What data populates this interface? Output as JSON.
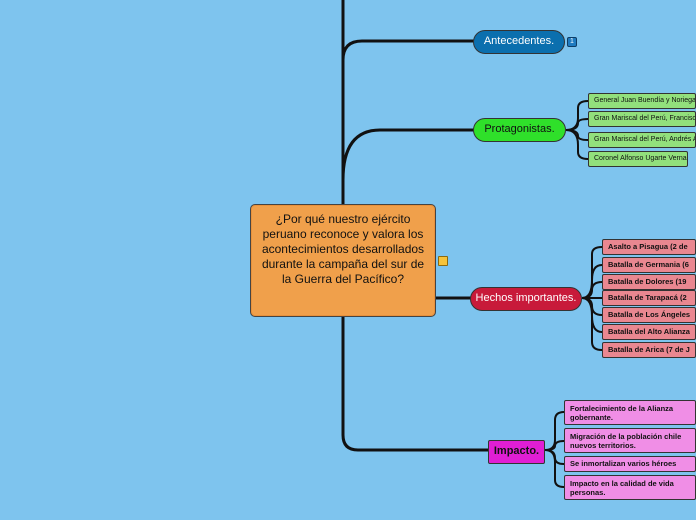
{
  "central": {
    "text": "¿Por qué nuestro ejército peruano reconoce y valora los acontecimientos desarrollados durante la campaña del sur de la Guerra del Pacífico?"
  },
  "branches": [
    {
      "label": "Antecedentes.",
      "color": "#0B6FAE",
      "collapsed_badge": "1",
      "items": []
    },
    {
      "label": "Protagonistas.",
      "color": "#2FE02A",
      "items": [
        "General Juan Buendía y Noriega.",
        "Gran Mariscal del Perú, Francisco B",
        "Gran Mariscal del Perú, Andrés Ave",
        "Coronel Alfonso Ugarte Vernal."
      ]
    },
    {
      "label": "Hechos importantes.",
      "color": "#C81A3A",
      "items": [
        "Asalto a Pisagua (2 de",
        "Batalla de Germania (6",
        "Batalla de Dolores (19",
        "Batalla de Tarapacá (2",
        "Batalla de Los Ángeles",
        "Batalla del Alto Alianza",
        "Batalla de Arica (7 de J"
      ]
    },
    {
      "label": "Impacto.",
      "color": "#E01ED4",
      "items": [
        "Fortalecimiento de la Alianza gobernante.",
        "Migración de la población chile nuevos territorios.",
        "Se inmortalizan varios héroes",
        "Impacto en la calidad de vida personas."
      ]
    }
  ]
}
